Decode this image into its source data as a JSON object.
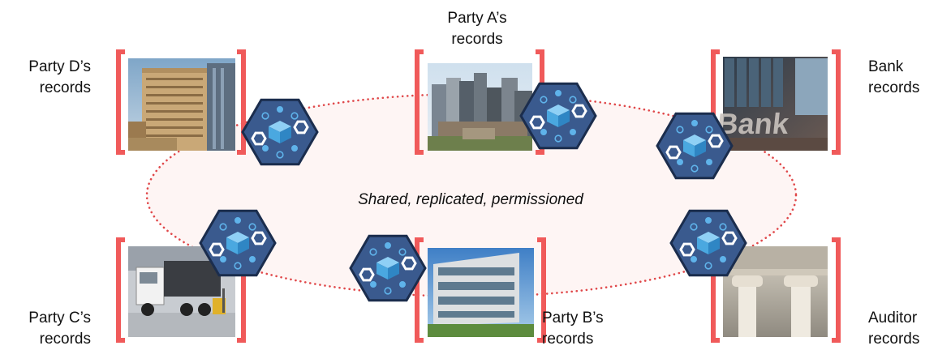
{
  "center_label": "Shared, replicated, permissioned",
  "colors": {
    "bracket": "#f05a5a",
    "ring": "#e0484a",
    "ring_fill": "#fdeceb",
    "hex_fill": "#3a5a8e",
    "hex_stroke": "#1b2d4d",
    "cube": "#4aa8e0"
  },
  "nodes": [
    {
      "id": "party-a",
      "label": "Party A’s\nrecords",
      "photo": "city-skyline"
    },
    {
      "id": "party-b",
      "label": "Party B’s\nrecords",
      "photo": "glass-office-building"
    },
    {
      "id": "party-c",
      "label": "Party C’s\nrecords",
      "photo": "truck-and-forklift"
    },
    {
      "id": "party-d",
      "label": "Party D’s\nrecords",
      "photo": "office-tower"
    },
    {
      "id": "bank",
      "label": "Bank\nrecords",
      "photo": "bank-sign"
    },
    {
      "id": "auditor",
      "label": "Auditor\nrecords",
      "photo": "classical-columns"
    }
  ]
}
